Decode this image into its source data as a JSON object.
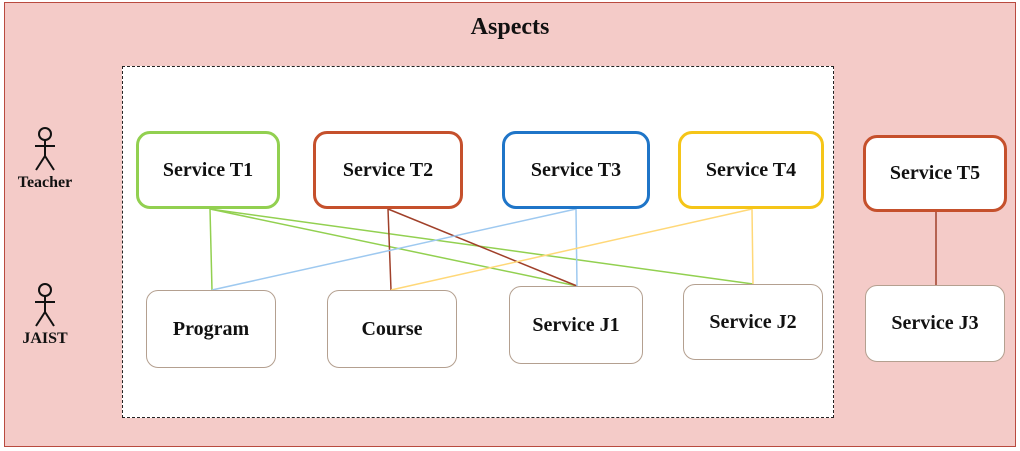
{
  "diagram": {
    "title": "Aspects",
    "actors": [
      {
        "id": "teacher",
        "label": "Teacher"
      },
      {
        "id": "jaist",
        "label": "JAIST"
      }
    ],
    "teacher_services": [
      {
        "id": "t1",
        "label": "Service T1",
        "color": "#92d050"
      },
      {
        "id": "t2",
        "label": "Service T2",
        "color": "#c5502c"
      },
      {
        "id": "t3",
        "label": "Service T3",
        "color": "#1f75c8"
      },
      {
        "id": "t4",
        "label": "Service T4",
        "color": "#f5c518"
      },
      {
        "id": "t5",
        "label": "Service T5",
        "color": "#c5502c"
      }
    ],
    "jaist_services": [
      {
        "id": "p",
        "label": "Program"
      },
      {
        "id": "c",
        "label": "Course"
      },
      {
        "id": "j1",
        "label": "Service J1"
      },
      {
        "id": "j2",
        "label": "Service J2"
      },
      {
        "id": "j3",
        "label": "Service J3"
      }
    ],
    "links": [
      {
        "from": "t1",
        "to": "p",
        "color": "#92d050"
      },
      {
        "from": "t1",
        "to": "j1",
        "color": "#92d050"
      },
      {
        "from": "t1",
        "to": "j2",
        "color": "#92d050"
      },
      {
        "from": "t2",
        "to": "c",
        "color": "#a0402a"
      },
      {
        "from": "t2",
        "to": "j1",
        "color": "#a0402a"
      },
      {
        "from": "t3",
        "to": "p",
        "color": "#9ec9f0"
      },
      {
        "from": "t3",
        "to": "j1",
        "color": "#9ec9f0"
      },
      {
        "from": "t4",
        "to": "c",
        "color": "#ffd878"
      },
      {
        "from": "t4",
        "to": "j2",
        "color": "#ffd878"
      },
      {
        "from": "t5",
        "to": "j3",
        "color": "#a0402a"
      }
    ]
  }
}
